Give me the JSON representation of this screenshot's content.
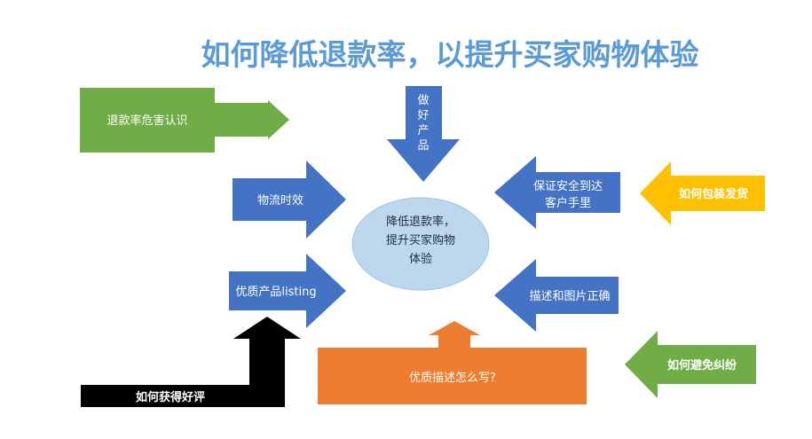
{
  "title": "如何降低退款率，以提升买家购物体验",
  "center": {
    "line1": "降低退款率，",
    "line2": "提升买家购物",
    "line3": "体验"
  },
  "arrows": {
    "refund_awareness": "退款率危害认识",
    "good_product": [
      "做",
      "好",
      "产",
      "品"
    ],
    "logistics": "物流时效",
    "quality_listing": "优质产品listing",
    "safe_delivery": [
      "保证安全到达",
      "客户手里"
    ],
    "accurate_description": "描述和图片正确",
    "how_to_pack": "如何包装发货",
    "avoid_disputes": "如何避免纠纷",
    "good_reviews": "如何获得好评",
    "quality_description": "优质描述怎么写?"
  },
  "colors": {
    "blue": "#4472c4",
    "green": "#70ad47",
    "orange": "#ed7d31",
    "yellow": "#ffc000",
    "black": "#000000",
    "ellipse": "#bdd7ee",
    "title": "#5b9bd5"
  }
}
